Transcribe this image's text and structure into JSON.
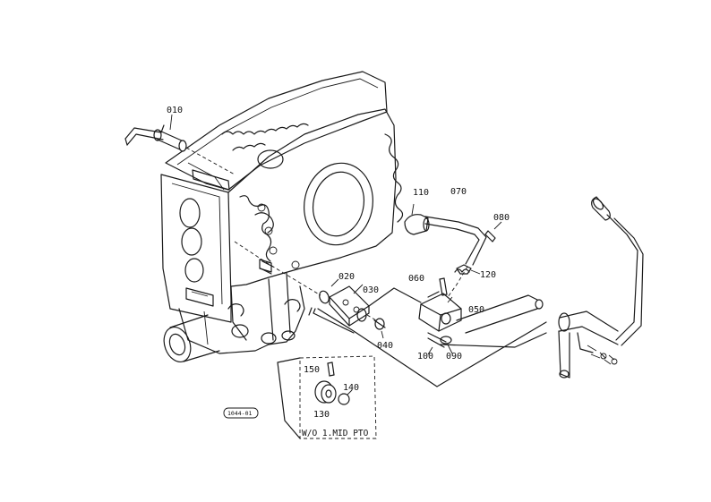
{
  "parts": [
    {
      "id": "010",
      "label": "010"
    },
    {
      "id": "020",
      "label": "020"
    },
    {
      "id": "030",
      "label": "030"
    },
    {
      "id": "040",
      "label": "040"
    },
    {
      "id": "050",
      "label": "050"
    },
    {
      "id": "060",
      "label": "060"
    },
    {
      "id": "070",
      "label": "070"
    },
    {
      "id": "080",
      "label": "080"
    },
    {
      "id": "090",
      "label": "090"
    },
    {
      "id": "100",
      "label": "100"
    },
    {
      "id": "110",
      "label": "110"
    },
    {
      "id": "120",
      "label": "120"
    },
    {
      "id": "130",
      "label": "130"
    },
    {
      "id": "140",
      "label": "140"
    },
    {
      "id": "150",
      "label": "150"
    }
  ],
  "inset_caption": "W/O 1.MID PTO",
  "stamp": "1044-01"
}
